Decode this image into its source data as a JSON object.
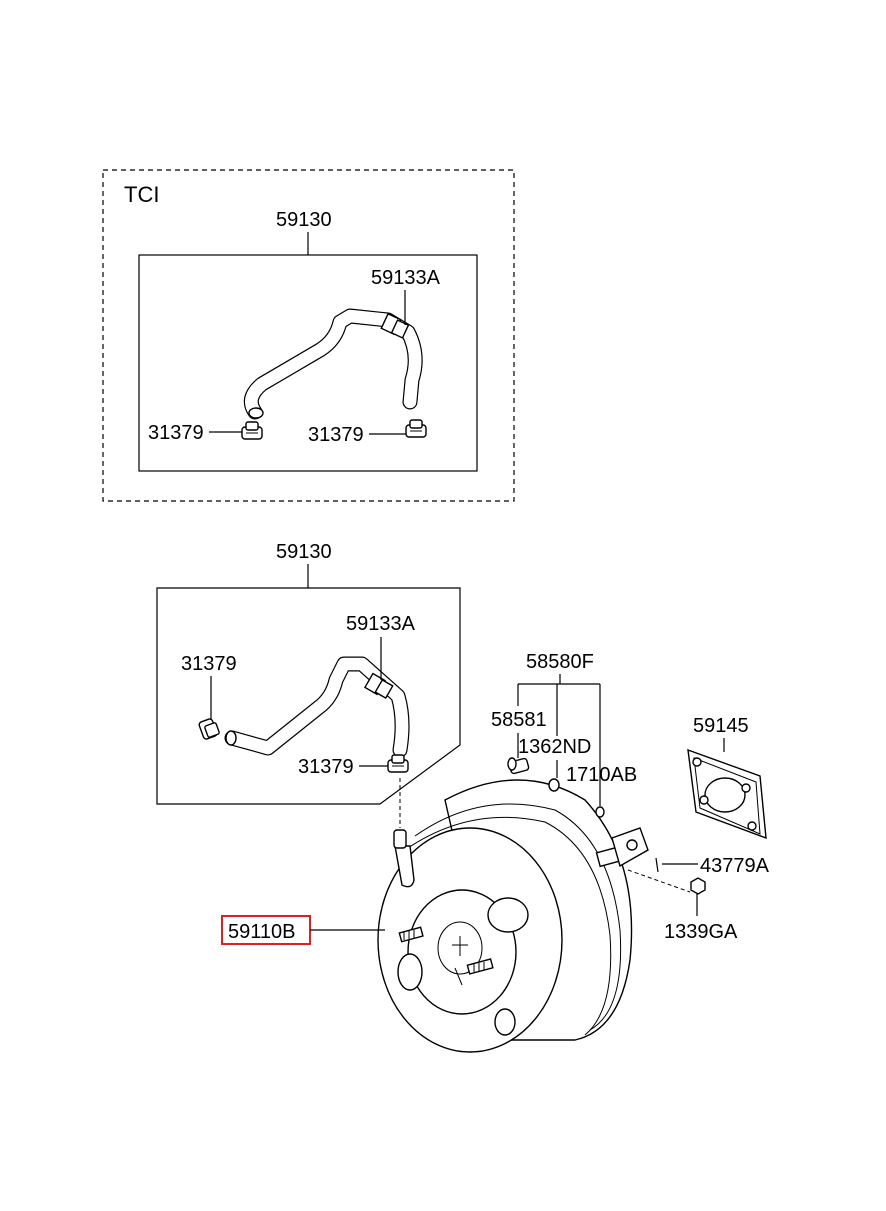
{
  "tci_box": {
    "title": "TCI",
    "assembly": "59130",
    "hose": "59133A",
    "clamp_left": "31379",
    "clamp_right": "31379"
  },
  "main_hose_box": {
    "assembly": "59130",
    "hose": "59133A",
    "clamp_left": "31379",
    "clamp_right": "31379"
  },
  "valve_group": {
    "assembly": "58580F",
    "valve": "58581",
    "grommet": "1362ND",
    "o_ring": "1710AB"
  },
  "gasket": "59145",
  "clevis_pin": "43779A",
  "nut": "1339GA",
  "booster": {
    "part_number": "59110B",
    "highlight_color": "#e02020"
  }
}
